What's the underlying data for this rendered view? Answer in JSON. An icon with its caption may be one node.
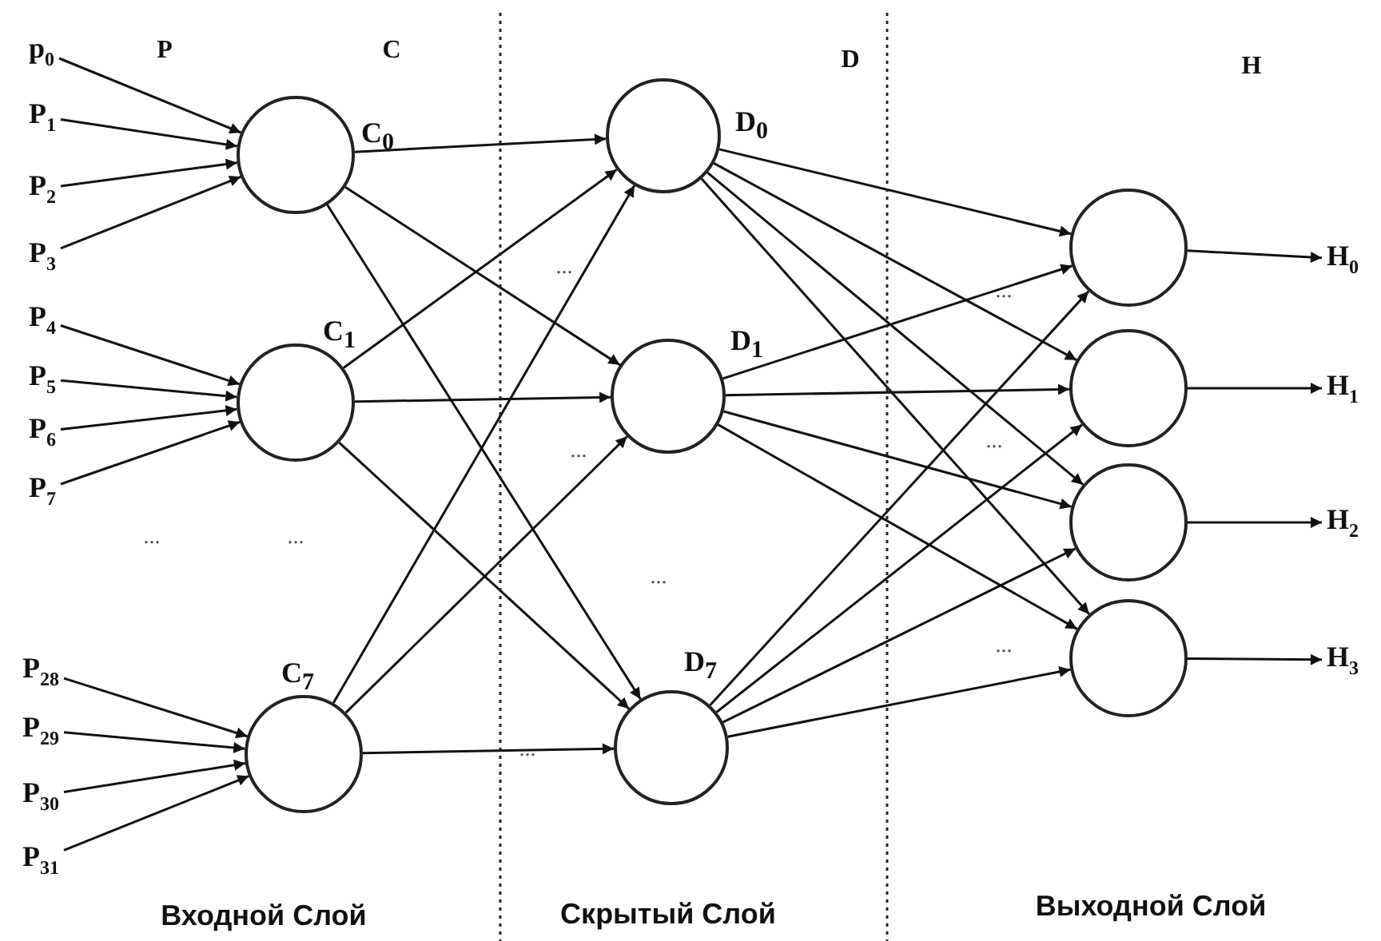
{
  "diagram": {
    "nodes": [
      {
        "text": [
          "p$_{0}$"
        ]
      },
      {
        "text": [
          "P$_{1}$"
        ]
      },
      {
        "text": [
          "P$_{2}$"
        ]
      },
      {
        "text": [
          "P$_{3}$"
        ]
      },
      {
        "text": [
          "P$_{4}$"
        ]
      },
      {
        "text": [
          "P$_{5}$"
        ]
      },
      {
        "text": [
          "P$_{6}$"
        ]
      },
      {
        "text": [
          "P$_{7}$"
        ]
      },
      {
        "text": [
          "P$_{28}$"
        ]
      },
      {
        "text": [
          "P$_{29}$"
        ]
      },
      {
        "text": [
          "P$_{30}$"
        ]
      },
      {
        "text": [
          "P$_{31}$"
        ]
      },
      {
        "text": [],
        "shape": "circle",
        "beside": [
          "C$_{0}$"
        ]
      },
      {
        "text": [],
        "shape": "circle",
        "beside": [
          "C$_{1}$"
        ]
      },
      {
        "text": [],
        "shape": "circle",
        "beside": [
          "C$_{7}$"
        ]
      },
      {
        "text": [],
        "shape": "circle",
        "beside": [
          "D$_{0}$"
        ]
      },
      {
        "text": [],
        "shape": "circle",
        "beside": [
          "D$_{1}$"
        ]
      },
      {
        "text": [],
        "shape": "circle",
        "beside": [
          "D$_{7}$"
        ]
      },
      {
        "text": [],
        "shape": "circle"
      },
      {
        "text": [],
        "shape": "circle"
      },
      {
        "text": [],
        "shape": "circle"
      },
      {
        "text": [],
        "shape": "circle"
      },
      {
        "text": [
          "H$_{0}$"
        ]
      },
      {
        "text": [
          "H$_{1}$"
        ]
      },
      {
        "text": [
          "H$_{2}$"
        ]
      },
      {
        "text": [
          "H$_{3}$"
        ]
      }
    ],
    "edges": [
      {
        "from": 0,
        "to": 12,
        "arrow": "to"
      },
      {
        "from": 1,
        "to": 12,
        "arrow": "to"
      },
      {
        "from": 2,
        "to": 12,
        "arrow": "to"
      },
      {
        "from": 3,
        "to": 12,
        "arrow": "to"
      },
      {
        "from": 4,
        "to": 13,
        "arrow": "to"
      },
      {
        "from": 5,
        "to": 13,
        "arrow": "to"
      },
      {
        "from": 6,
        "to": 13,
        "arrow": "to"
      },
      {
        "from": 7,
        "to": 13,
        "arrow": "to"
      },
      {
        "from": 8,
        "to": 14,
        "arrow": "to"
      },
      {
        "from": 9,
        "to": 14,
        "arrow": "to"
      },
      {
        "from": 10,
        "to": 14,
        "arrow": "to"
      },
      {
        "from": 11,
        "to": 14,
        "arrow": "to"
      },
      {
        "from": 12,
        "to": 15,
        "arrow": "to"
      },
      {
        "from": 12,
        "to": 16,
        "arrow": "to"
      },
      {
        "from": 12,
        "to": 17,
        "arrow": "to"
      },
      {
        "from": 13,
        "to": 15,
        "arrow": "to"
      },
      {
        "from": 13,
        "to": 16,
        "arrow": "to"
      },
      {
        "from": 13,
        "to": 17,
        "arrow": "to"
      },
      {
        "from": 14,
        "to": 15,
        "arrow": "to"
      },
      {
        "from": 14,
        "to": 16,
        "arrow": "to"
      },
      {
        "from": 14,
        "to": 17,
        "arrow": "to"
      },
      {
        "from": 15,
        "to": 18,
        "arrow": "to"
      },
      {
        "from": 15,
        "to": 19,
        "arrow": "to"
      },
      {
        "from": 15,
        "to": 20,
        "arrow": "to"
      },
      {
        "from": 15,
        "to": 21,
        "arrow": "to"
      },
      {
        "from": 16,
        "to": 18,
        "arrow": "to"
      },
      {
        "from": 16,
        "to": 19,
        "arrow": "to"
      },
      {
        "from": 16,
        "to": 20,
        "arrow": "to"
      },
      {
        "from": 16,
        "to": 21,
        "arrow": "to"
      },
      {
        "from": 17,
        "to": 18,
        "arrow": "to"
      },
      {
        "from": 17,
        "to": 19,
        "arrow": "to"
      },
      {
        "from": 17,
        "to": 20,
        "arrow": "to"
      },
      {
        "from": 17,
        "to": 21,
        "arrow": "to"
      },
      {
        "from": 18,
        "to": 22,
        "arrow": "to"
      },
      {
        "from": 19,
        "to": 23,
        "arrow": "to"
      },
      {
        "from": 20,
        "to": 24,
        "arrow": "to"
      },
      {
        "from": 21,
        "to": 25,
        "arrow": "to"
      }
    ],
    "labels": [
      "P",
      "C",
      "D",
      "H",
      "...",
      "...",
      "...",
      "...",
      "...",
      "...",
      "...",
      "...",
      "...",
      "Входной Слой",
      "Скрытый Слой",
      "Выходной Слой"
    ]
  }
}
